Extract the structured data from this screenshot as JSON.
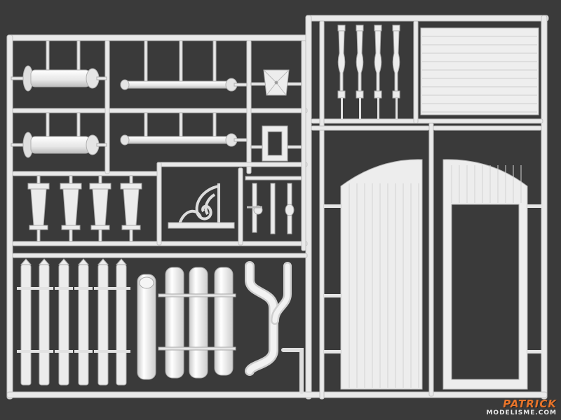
{
  "image": {
    "subject": "plastic model kit sprue with building parts",
    "colors": {
      "background": "#3a3a3a",
      "plastic": "#e9e9e9",
      "plastic_shade": "#cfcfcf",
      "plastic_edge": "#b5b5b5",
      "logo_orange": "#e8742a",
      "logo_white": "#e8e8e8"
    }
  },
  "watermark": {
    "brand_top": "PATRICK",
    "brand_bottom": "MODELISME.COM"
  }
}
